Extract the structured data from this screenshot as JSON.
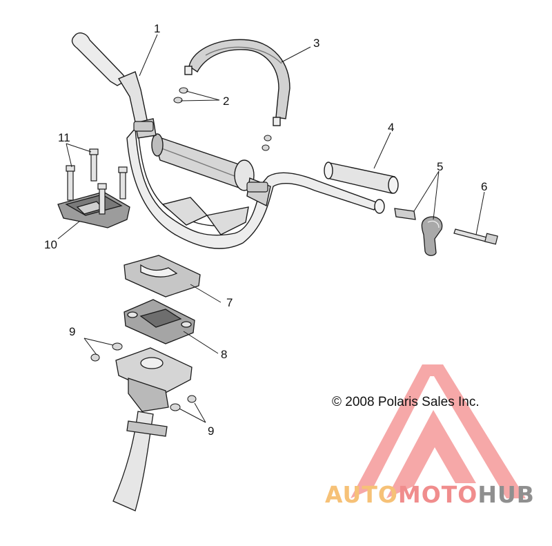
{
  "diagram": {
    "callouts": [
      "1",
      "2",
      "3",
      "4",
      "5",
      "6",
      "7",
      "8",
      "9",
      "9",
      "10",
      "11"
    ],
    "copyright": "© 2008 Polaris Sales Inc."
  },
  "watermark": {
    "segments": [
      "AUTO",
      "MOTO",
      "HUB"
    ],
    "colors": {
      "auto": "#f6c177",
      "moto": "#f08d8d",
      "hub": "#8f8f8f",
      "triangle": "#f59a9a"
    }
  },
  "colors": {
    "line": "#1a1a1a",
    "part_fill": "#e8e8e8",
    "part_shade": "#b8b8b8",
    "part_dark": "#555555"
  }
}
